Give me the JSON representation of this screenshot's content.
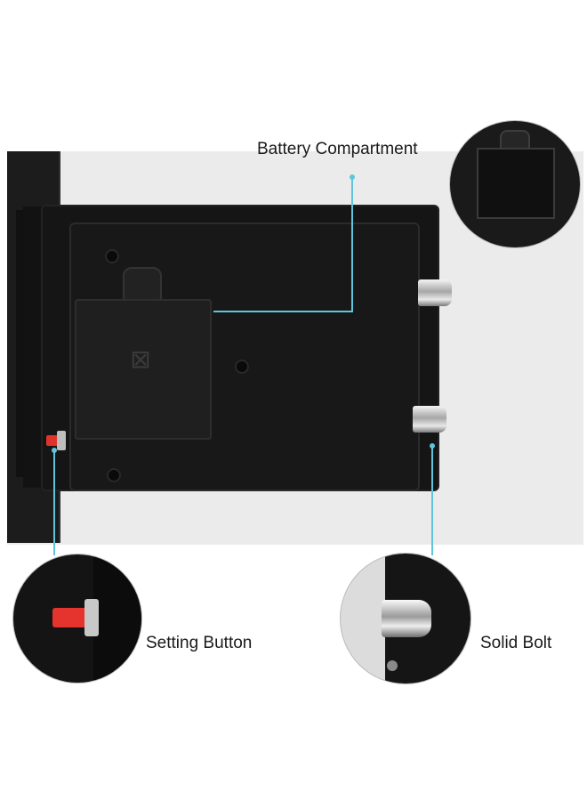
{
  "callouts": {
    "battery": {
      "label": "Battery Compartment"
    },
    "setting": {
      "label": "Setting Button"
    },
    "bolt": {
      "label": "Solid Bolt"
    }
  },
  "colors": {
    "callout_line": "#5fc4dc",
    "safe_body": "#181818",
    "setting_button": "#e5332d",
    "background_band": "#ebebeb"
  },
  "icons": {
    "recycle_mark": "crossed-out-bin-icon"
  }
}
